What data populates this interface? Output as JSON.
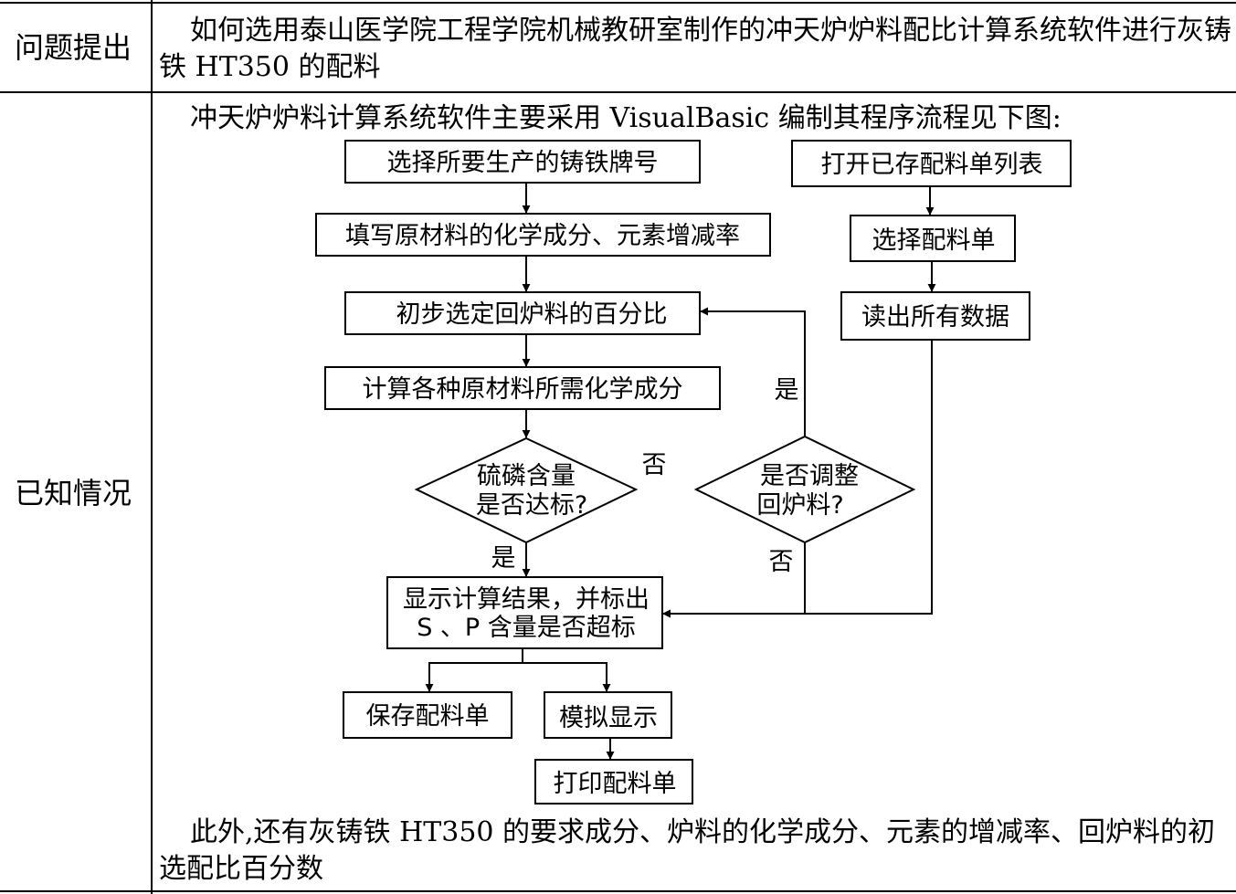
{
  "table": {
    "row1": {
      "label": "问题提出",
      "text": "如何选用泰山医学院工程学院机械教研室制作的冲天炉炉料配比计算系统软件进行灰铸铁 HT350 的配料"
    },
    "row2": {
      "label": "已知情况",
      "intro": "冲天炉炉料计算系统软件主要采用 VisualBasic 编制其程序流程见下图:",
      "footer": "此外,还有灰铸铁 HT350 的要求成分、炉料的化学成分、元素的增减率、回炉料的初选配比百分数"
    }
  },
  "flowchart": {
    "nodes": {
      "select_grade": "选择所要生产的铸铁牌号",
      "fill_composition": "填写原材料的化学成分、元素增减率",
      "initial_ratio": "初步选定回炉料的百分比",
      "calc_composition": "计算各种原材料所需化学成分",
      "sp_check_line1": "硫磷含量",
      "sp_check_line2": "是否达标?",
      "adjust_line1": "是否调整",
      "adjust_line2": "回炉料?",
      "show_result_line1": "显示计算结果，并标出",
      "show_result_line2": "S 、P 含量是否超标",
      "save_list": "保存配料单",
      "simulate": "模拟显示",
      "print_list": "打印配料单",
      "open_list": "打开已存配料单列表",
      "choose_list": "选择配料单",
      "read_data": "读出所有数据"
    },
    "edge_labels": {
      "sp_no": "否",
      "sp_yes": "是",
      "adjust_yes": "是",
      "adjust_no": "否"
    }
  }
}
